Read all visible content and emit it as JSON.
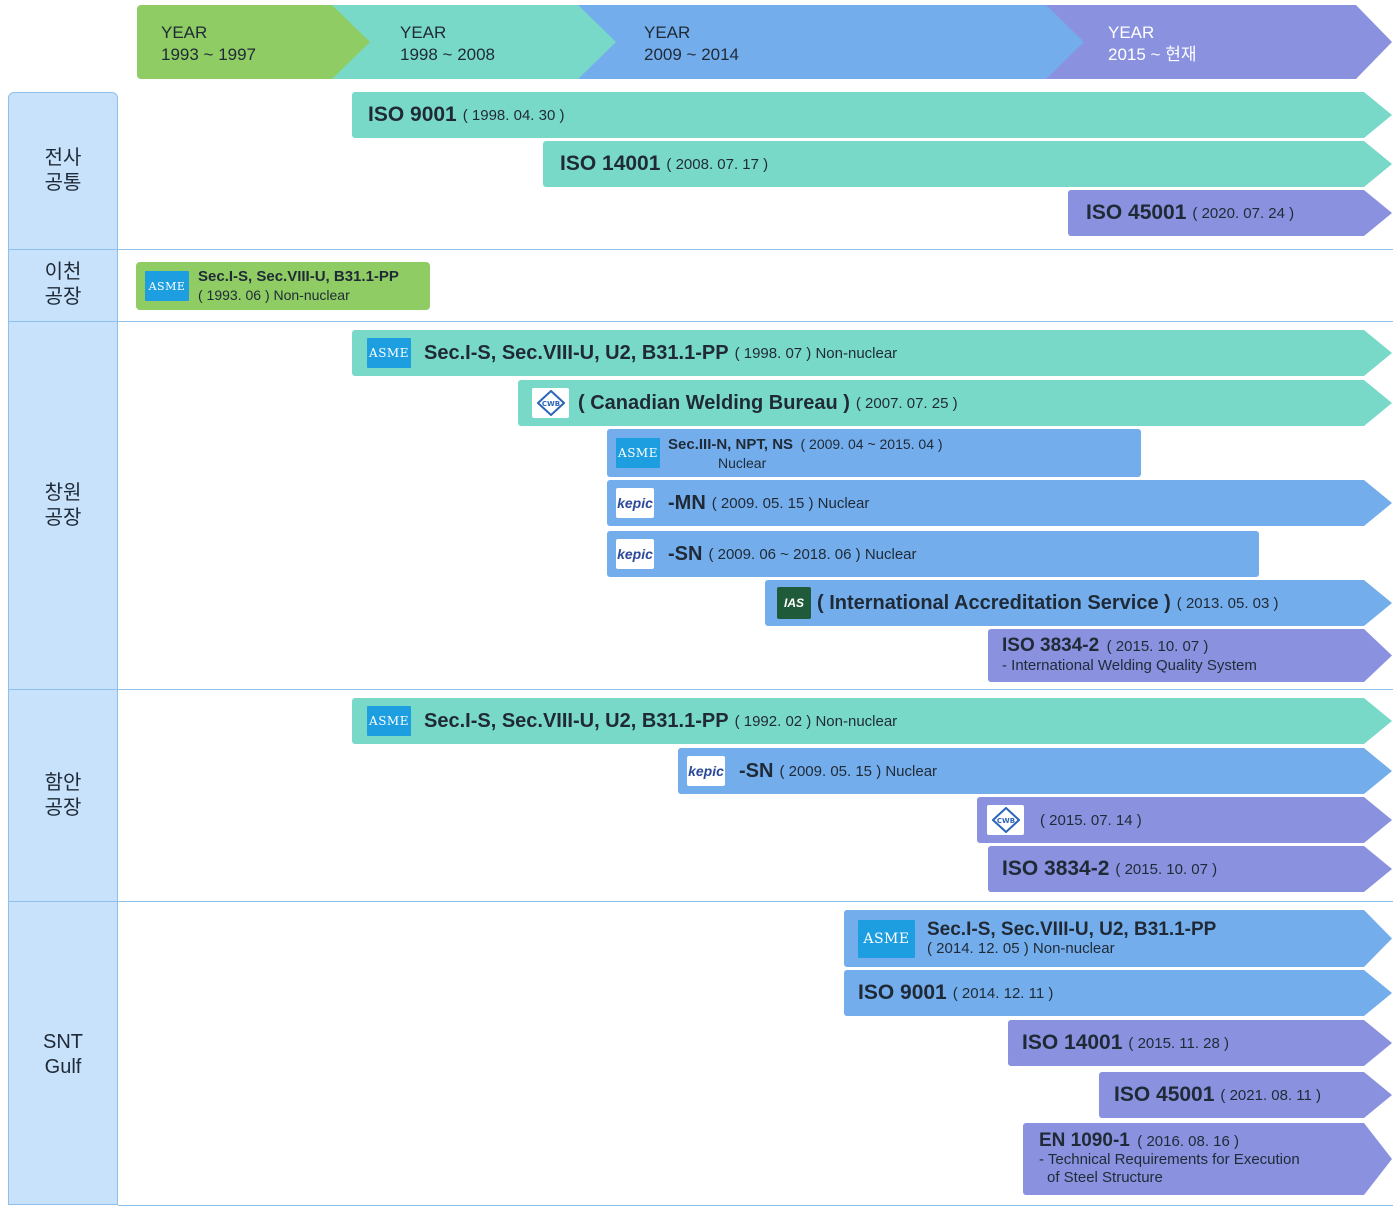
{
  "header": [
    {
      "top": "YEAR",
      "range": "1993 ~ 1997"
    },
    {
      "top": "YEAR",
      "range": "1998 ~ 2008"
    },
    {
      "top": "YEAR",
      "range": "2009 ~ 2014"
    },
    {
      "top": "YEAR",
      "range": "2015 ~ 현재"
    }
  ],
  "rows": {
    "r1": [
      "전사",
      "공통"
    ],
    "r2": [
      "이천",
      "공장"
    ],
    "r3": [
      "창원",
      "공장"
    ],
    "r4": [
      "함안",
      "공장"
    ],
    "r5": [
      "SNT",
      "Gulf"
    ]
  },
  "logos": {
    "asme": "ASME",
    "cwb": "CWB",
    "kepic": "kepic",
    "ias": "IAS"
  },
  "bars": {
    "b1": {
      "title": "ISO 9001",
      "meta": "( 1998. 04. 30 )"
    },
    "b2": {
      "title": "ISO 14001",
      "meta": "( 2008. 07. 17 )"
    },
    "b3": {
      "title": "ISO 45001",
      "meta": "( 2020. 07. 24 )"
    },
    "b4": {
      "title": "Sec.I-S, Sec.VIII-U, B31.1-PP",
      "meta": "( 1993. 06 ) Non-nuclear"
    },
    "b5": {
      "title": "Sec.I-S, Sec.VIII-U, U2, B31.1-PP",
      "meta": "( 1998. 07 ) Non-nuclear"
    },
    "b6": {
      "title": "( Canadian Welding Bureau )",
      "meta": "( 2007. 07. 25 )"
    },
    "b7": {
      "title": "Sec.III-N, NPT, NS",
      "meta": "( 2009. 04 ~ 2015. 04 )",
      "sub": "Nuclear"
    },
    "b8": {
      "title": "-MN",
      "meta": "( 2009. 05. 15 ) Nuclear"
    },
    "b9": {
      "title": "-SN",
      "meta": "( 2009. 06 ~ 2018. 06 ) Nuclear"
    },
    "b10": {
      "title": "( International Accreditation Service )",
      "meta": "( 2013. 05. 03 )"
    },
    "b11": {
      "title": "ISO 3834-2",
      "meta": "( 2015. 10. 07 )",
      "sub": "- International Welding Quality System"
    },
    "b12": {
      "title": "Sec.I-S, Sec.VIII-U, U2, B31.1-PP",
      "meta": "( 1992. 02 ) Non-nuclear"
    },
    "b13": {
      "title": "-SN",
      "meta": "( 2009. 05. 15 ) Nuclear"
    },
    "b14": {
      "title": "",
      "meta": "( 2015. 07. 14 )"
    },
    "b15": {
      "title": "ISO 3834-2",
      "meta": "( 2015. 10. 07 )"
    },
    "b16": {
      "title": "Sec.I-S, Sec.VIII-U, U2, B31.1-PP",
      "meta": "( 2014. 12. 05 ) Non-nuclear"
    },
    "b17": {
      "title": "ISO 9001",
      "meta": "( 2014. 12. 11 )"
    },
    "b18": {
      "title": "ISO 14001",
      "meta": "( 2015. 11. 28 )"
    },
    "b19": {
      "title": "ISO 45001",
      "meta": "( 2021. 08. 11 )"
    },
    "b20": {
      "title": "EN 1090-1",
      "meta": "( 2016. 08. 16 )",
      "sub": "- Technical Requirements for Execution",
      "sub2": "of Steel Structure"
    }
  }
}
